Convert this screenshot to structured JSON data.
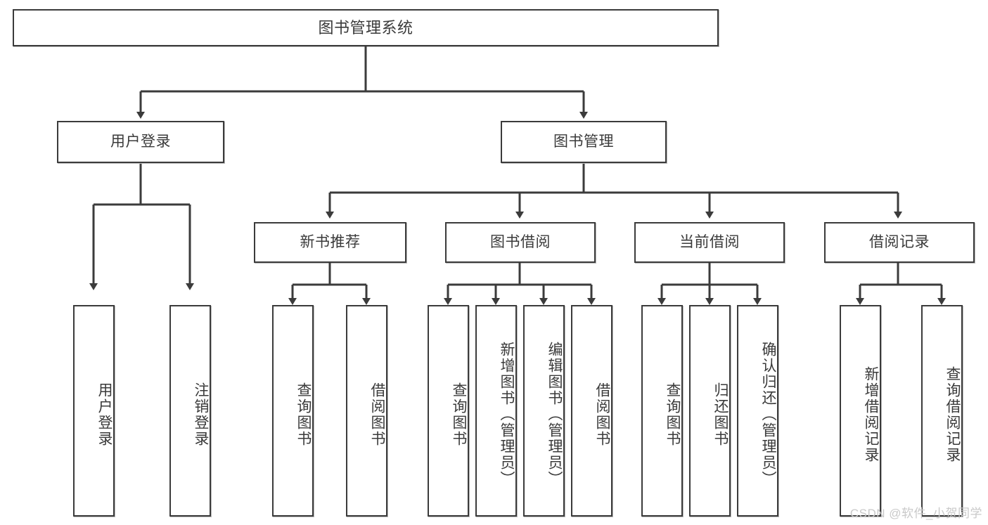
{
  "diagram": {
    "type": "tree",
    "title": "图书管理系统",
    "orientation": "top-down",
    "edge_style": "orthogonal-arrow",
    "colors": {
      "box_border": "#3b3b3b",
      "box_fill": "#ffffff",
      "text": "#3a3a3a",
      "line": "#3b3b3b",
      "watermark": "#c9c9c9",
      "background": "#ffffff"
    }
  },
  "nodes": {
    "root": {
      "label": "图书管理系统"
    },
    "level1": [
      {
        "id": "user-login",
        "label": "用户登录"
      },
      {
        "id": "book-manage",
        "label": "图书管理"
      }
    ],
    "level2": [
      {
        "id": "new-book-recommend",
        "label": "新书推荐"
      },
      {
        "id": "book-borrow",
        "label": "图书借阅"
      },
      {
        "id": "current-borrow",
        "label": "当前借阅"
      },
      {
        "id": "borrow-record",
        "label": "借阅记录"
      }
    ],
    "leaves": {
      "user_login": [
        {
          "id": "leaf-user-login",
          "label": "用户登录"
        },
        {
          "id": "leaf-logout-login",
          "label": "注销登录"
        }
      ],
      "new_book_recommend": [
        {
          "id": "leaf-query-book-1",
          "label": "查询图书"
        },
        {
          "id": "leaf-borrow-book-1",
          "label": "借阅图书"
        }
      ],
      "book_borrow": [
        {
          "id": "leaf-query-book-2",
          "label": "查询图书"
        },
        {
          "id": "leaf-add-book",
          "label": "新增图书（管理员）"
        },
        {
          "id": "leaf-edit-book",
          "label": "编辑图书（管理员）"
        },
        {
          "id": "leaf-borrow-book-2",
          "label": "借阅图书"
        }
      ],
      "current_borrow": [
        {
          "id": "leaf-query-book-3",
          "label": "查询图书"
        },
        {
          "id": "leaf-return-book",
          "label": "归还图书"
        },
        {
          "id": "leaf-confirm-return",
          "label": "确认归还（管理员）"
        }
      ],
      "borrow_record": [
        {
          "id": "leaf-add-record",
          "label": "新增借阅记录"
        },
        {
          "id": "leaf-query-record",
          "label": "查询借阅记录"
        }
      ]
    }
  },
  "edges": [
    {
      "from": "root",
      "to": "user-login"
    },
    {
      "from": "root",
      "to": "book-manage"
    },
    {
      "from": "user-login",
      "to": "leaf-user-login"
    },
    {
      "from": "user-login",
      "to": "leaf-logout-login"
    },
    {
      "from": "book-manage",
      "to": "new-book-recommend"
    },
    {
      "from": "book-manage",
      "to": "book-borrow"
    },
    {
      "from": "book-manage",
      "to": "current-borrow"
    },
    {
      "from": "book-manage",
      "to": "borrow-record"
    },
    {
      "from": "new-book-recommend",
      "to": "leaf-query-book-1"
    },
    {
      "from": "new-book-recommend",
      "to": "leaf-borrow-book-1"
    },
    {
      "from": "book-borrow",
      "to": "leaf-query-book-2"
    },
    {
      "from": "book-borrow",
      "to": "leaf-add-book"
    },
    {
      "from": "book-borrow",
      "to": "leaf-edit-book"
    },
    {
      "from": "book-borrow",
      "to": "leaf-borrow-book-2"
    },
    {
      "from": "current-borrow",
      "to": "leaf-query-book-3"
    },
    {
      "from": "current-borrow",
      "to": "leaf-return-book"
    },
    {
      "from": "current-borrow",
      "to": "leaf-confirm-return"
    },
    {
      "from": "borrow-record",
      "to": "leaf-add-record"
    },
    {
      "from": "borrow-record",
      "to": "leaf-query-record"
    }
  ],
  "watermark": {
    "text": "CSDN @软件_小贺同学"
  }
}
